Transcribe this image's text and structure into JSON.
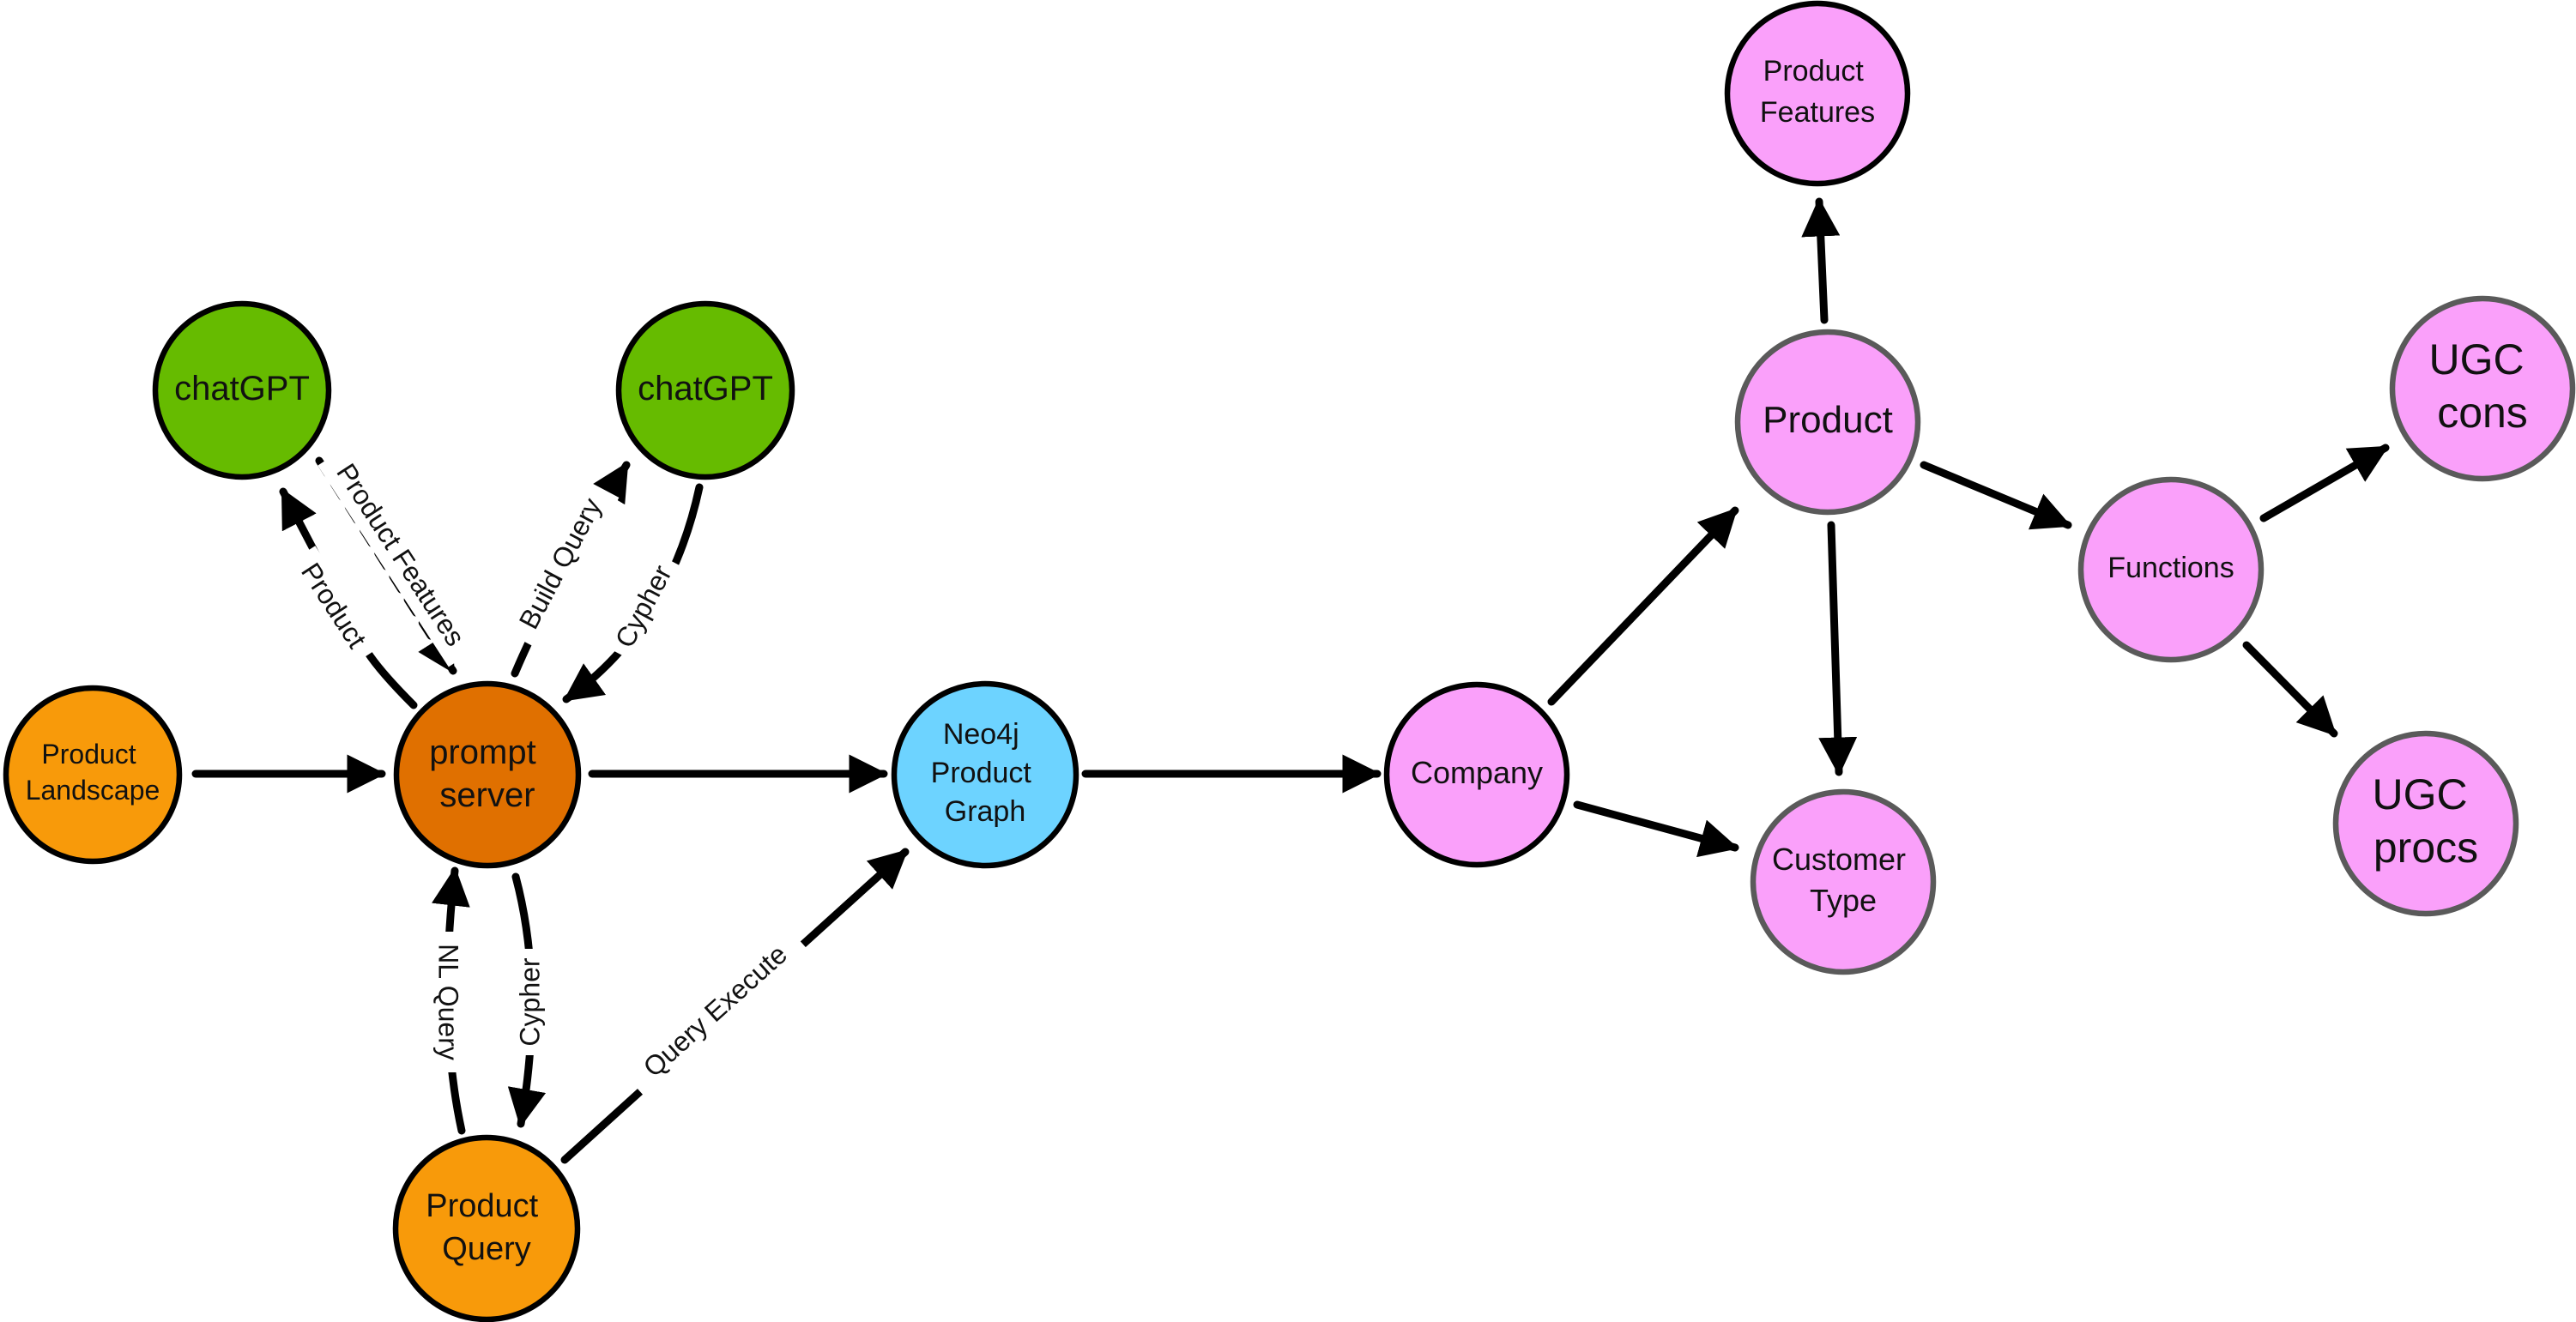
{
  "colors": {
    "green": "#66BB00",
    "orange": "#F89A0A",
    "dark_orange": "#E07000",
    "blue": "#6DD3FF",
    "pink": "#FAA0FA",
    "black_stroke": "#000000",
    "gray_stroke": "#5A5A5A"
  },
  "nodes": {
    "chatgpt_left": {
      "lines": [
        "chatGPT"
      ]
    },
    "chatgpt_right": {
      "lines": [
        "chatGPT"
      ]
    },
    "product_landscape": {
      "lines": [
        "Product",
        "Landscape"
      ]
    },
    "prompt_server": {
      "lines": [
        "prompt",
        "server"
      ]
    },
    "neo4j": {
      "lines": [
        "Neo4j",
        "Product",
        "Graph"
      ]
    },
    "product_query": {
      "lines": [
        "Product",
        "Query"
      ]
    },
    "company": {
      "lines": [
        "Company"
      ]
    },
    "product": {
      "lines": [
        "Product"
      ]
    },
    "product_features": {
      "lines": [
        "Product",
        "Features"
      ]
    },
    "customer_type": {
      "lines": [
        "Customer",
        "Type"
      ]
    },
    "functions": {
      "lines": [
        "Functions"
      ]
    },
    "ugc_cons": {
      "lines": [
        "UGC",
        "cons"
      ]
    },
    "ugc_procs": {
      "lines": [
        "UGC",
        "procs"
      ]
    }
  },
  "edge_labels": {
    "product": "Product",
    "product_features": "Product Features",
    "build_query": "Build Query",
    "cypher_top": "Cypher",
    "nl_query": "NL Query",
    "cypher_bottom": "Cypher",
    "query_execute": "Query Execute"
  }
}
